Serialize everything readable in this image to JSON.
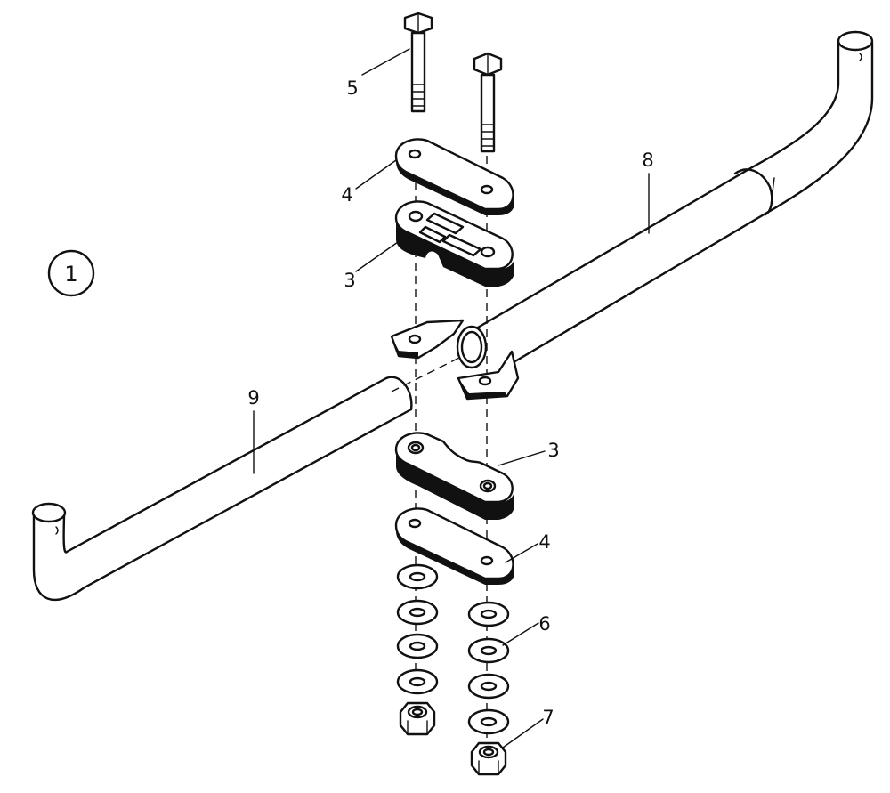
{
  "figure": {
    "figure_number": "1",
    "callouts": [
      {
        "id": "bolt-left",
        "text": "5"
      },
      {
        "id": "plate-top",
        "text": "4"
      },
      {
        "id": "bracket-top",
        "text": "3"
      },
      {
        "id": "bar-right",
        "text": "8"
      },
      {
        "id": "bar-left",
        "text": "9"
      },
      {
        "id": "bracket-bottom",
        "text": "3"
      },
      {
        "id": "plate-bottom",
        "text": "4"
      },
      {
        "id": "washer",
        "text": "6"
      },
      {
        "id": "nut",
        "text": "7"
      }
    ]
  }
}
